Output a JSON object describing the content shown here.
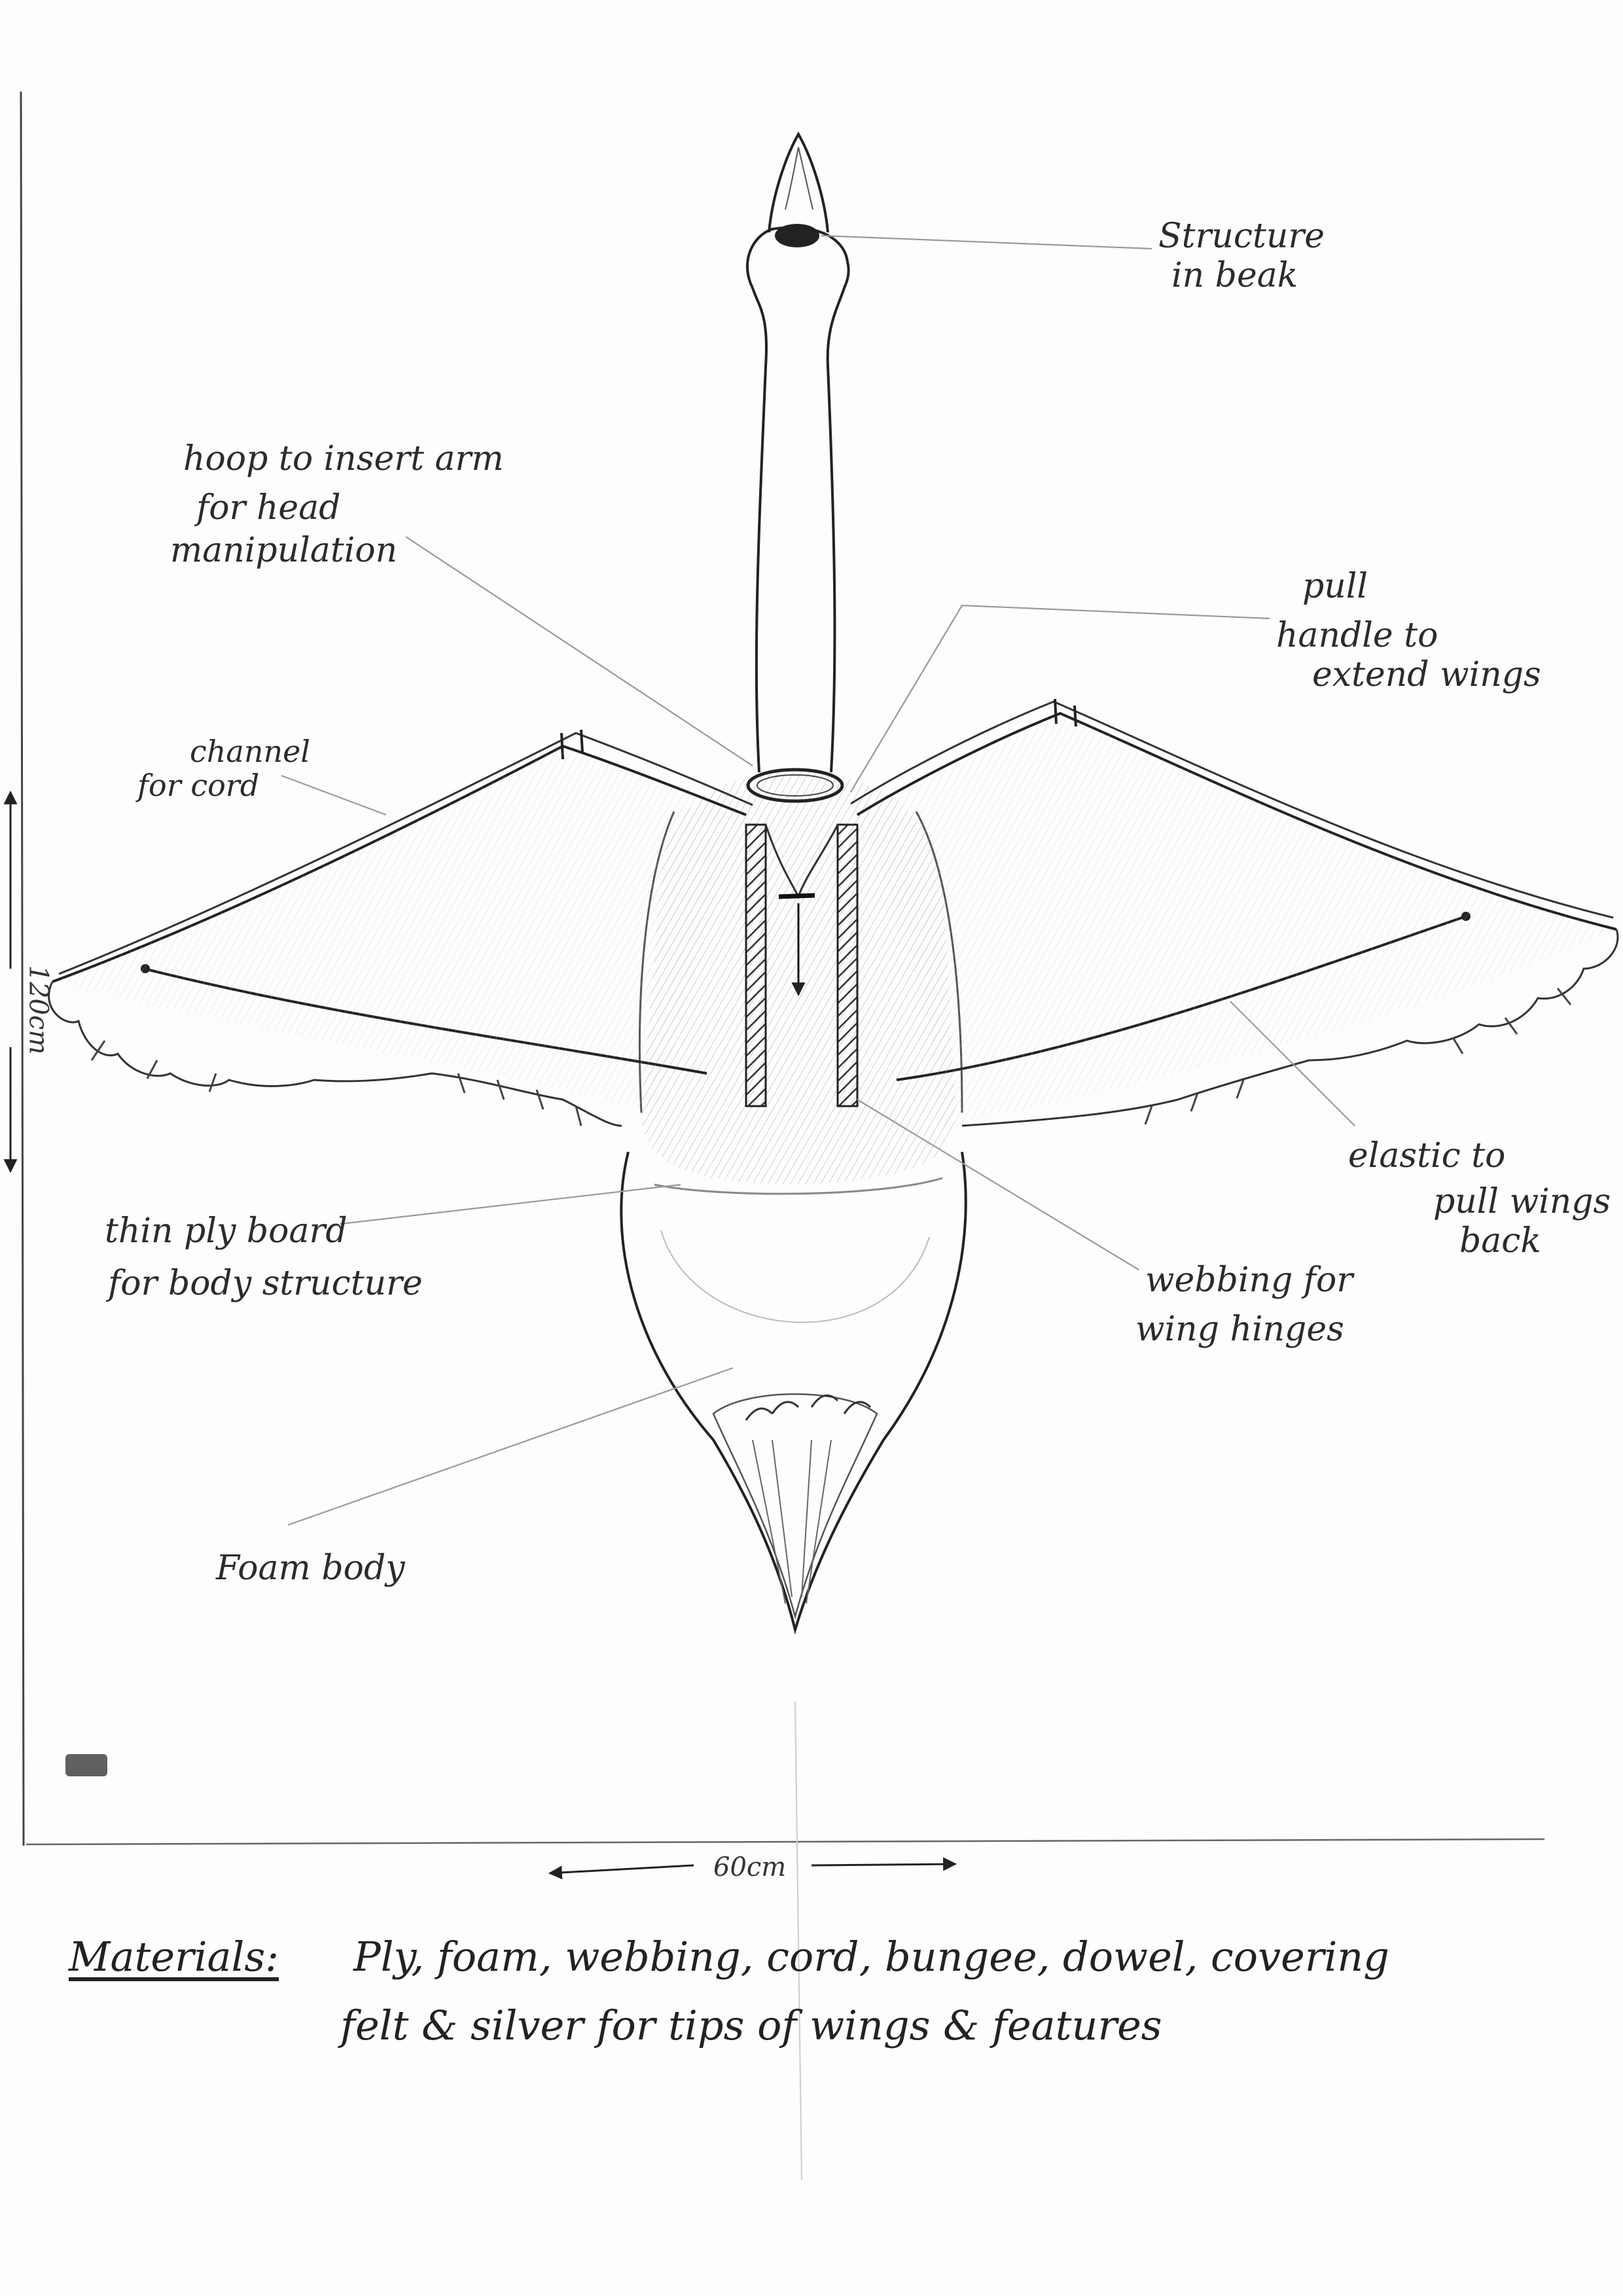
{
  "labels": {
    "beak": [
      "Structure",
      "in beak"
    ],
    "hoop": [
      "hoop to insert arm",
      "for head",
      "manipulation"
    ],
    "pull": [
      "pull",
      "handle to",
      "extend wings"
    ],
    "channel": [
      "channel",
      "for cord"
    ],
    "elastic": [
      "elastic to",
      "pull wings",
      "back"
    ],
    "ply": [
      "thin ply board",
      "for body structure"
    ],
    "webbing": [
      "webbing for",
      "wing hinges"
    ],
    "foam": [
      "Foam body"
    ]
  },
  "dimensions": {
    "height": "120cm",
    "width": "60cm"
  },
  "materials": {
    "heading": "Materials:",
    "line1": "Ply, foam, webbing, cord, bungee, dowel, covering",
    "line2": "felt & silver for tips of wings & features"
  }
}
